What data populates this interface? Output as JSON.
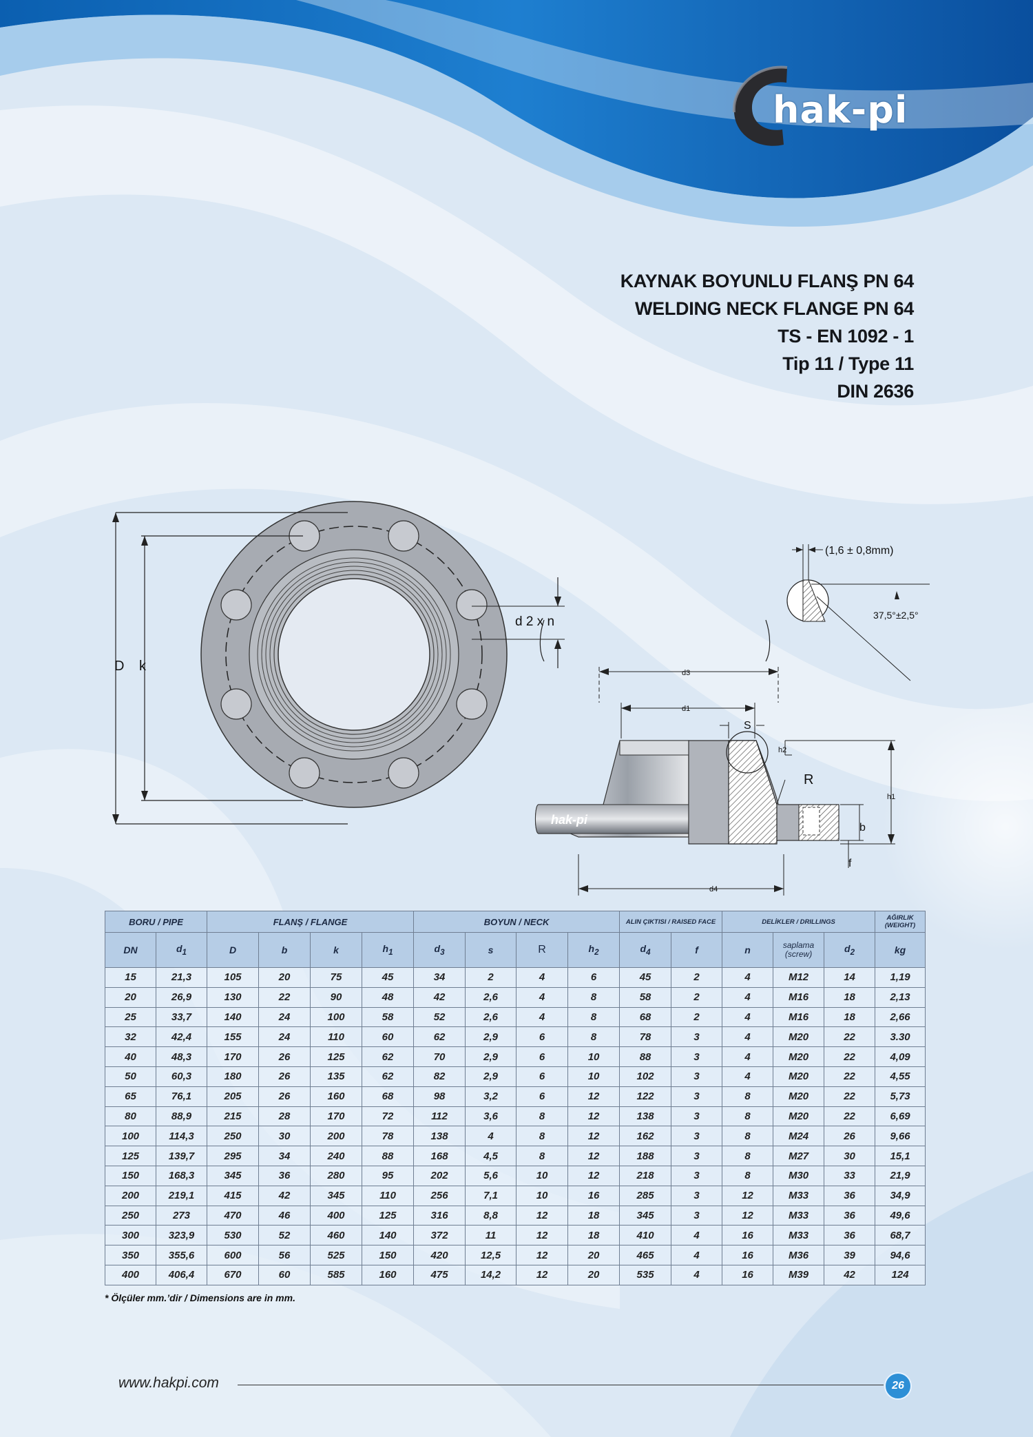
{
  "brand": {
    "name": "hak-pi",
    "drawing_mark": "hak-pi"
  },
  "titles": {
    "line1": "KAYNAK BOYUNLU FLANŞ PN 64",
    "line2": "WELDING NECK FLANGE PN 64",
    "line3": "TS - EN 1092 - 1",
    "line4": "Tip 11 / Type 11",
    "line5": "DIN 2636"
  },
  "drawing": {
    "D": "D",
    "k": "k",
    "d2xn": "d 2 x n",
    "bevel_gap": "(1,6 ± 0,8mm)",
    "bevel_angle": "37,5°±2,5°",
    "d3": "d3",
    "d1": "d1",
    "s": "S",
    "h2": "h2",
    "R": "R",
    "h1": "h1",
    "b": "b",
    "f": "f",
    "d4": "d4"
  },
  "table": {
    "groups": {
      "pipe": "BORU / PIPE",
      "flange": "FLANŞ / FLANGE",
      "neck": "BOYUN / NECK",
      "raised": "ALIN ÇIKTISI / RAISED FACE",
      "drillings": "DELİKLER / DRILLINGS",
      "weight_top": "AĞIRLIK",
      "weight_bottom": "(WEIGHT)"
    },
    "sub": {
      "dn": "DN",
      "d1": "d",
      "d1_sub": "1",
      "D": "D",
      "b": "b",
      "k": "k",
      "h1": "h",
      "h1_sub": "1",
      "d3": "d",
      "d3_sub": "3",
      "s": "s",
      "R": "R",
      "h2": "h",
      "h2_sub": "2",
      "d4": "d",
      "d4_sub": "4",
      "f": "f",
      "n": "n",
      "screw_top": "saplama",
      "screw_bottom": "(screw)",
      "d2": "d",
      "d2_sub": "2",
      "kg": "kg"
    },
    "rows": [
      [
        "15",
        "21,3",
        "105",
        "20",
        "75",
        "45",
        "34",
        "2",
        "4",
        "6",
        "45",
        "2",
        "4",
        "M12",
        "14",
        "1,19"
      ],
      [
        "20",
        "26,9",
        "130",
        "22",
        "90",
        "48",
        "42",
        "2,6",
        "4",
        "8",
        "58",
        "2",
        "4",
        "M16",
        "18",
        "2,13"
      ],
      [
        "25",
        "33,7",
        "140",
        "24",
        "100",
        "58",
        "52",
        "2,6",
        "4",
        "8",
        "68",
        "2",
        "4",
        "M16",
        "18",
        "2,66"
      ],
      [
        "32",
        "42,4",
        "155",
        "24",
        "110",
        "60",
        "62",
        "2,9",
        "6",
        "8",
        "78",
        "3",
        "4",
        "M20",
        "22",
        "3.30"
      ],
      [
        "40",
        "48,3",
        "170",
        "26",
        "125",
        "62",
        "70",
        "2,9",
        "6",
        "10",
        "88",
        "3",
        "4",
        "M20",
        "22",
        "4,09"
      ],
      [
        "50",
        "60,3",
        "180",
        "26",
        "135",
        "62",
        "82",
        "2,9",
        "6",
        "10",
        "102",
        "3",
        "4",
        "M20",
        "22",
        "4,55"
      ],
      [
        "65",
        "76,1",
        "205",
        "26",
        "160",
        "68",
        "98",
        "3,2",
        "6",
        "12",
        "122",
        "3",
        "8",
        "M20",
        "22",
        "5,73"
      ],
      [
        "80",
        "88,9",
        "215",
        "28",
        "170",
        "72",
        "112",
        "3,6",
        "8",
        "12",
        "138",
        "3",
        "8",
        "M20",
        "22",
        "6,69"
      ],
      [
        "100",
        "114,3",
        "250",
        "30",
        "200",
        "78",
        "138",
        "4",
        "8",
        "12",
        "162",
        "3",
        "8",
        "M24",
        "26",
        "9,66"
      ],
      [
        "125",
        "139,7",
        "295",
        "34",
        "240",
        "88",
        "168",
        "4,5",
        "8",
        "12",
        "188",
        "3",
        "8",
        "M27",
        "30",
        "15,1"
      ],
      [
        "150",
        "168,3",
        "345",
        "36",
        "280",
        "95",
        "202",
        "5,6",
        "10",
        "12",
        "218",
        "3",
        "8",
        "M30",
        "33",
        "21,9"
      ],
      [
        "200",
        "219,1",
        "415",
        "42",
        "345",
        "110",
        "256",
        "7,1",
        "10",
        "16",
        "285",
        "3",
        "12",
        "M33",
        "36",
        "34,9"
      ],
      [
        "250",
        "273",
        "470",
        "46",
        "400",
        "125",
        "316",
        "8,8",
        "12",
        "18",
        "345",
        "3",
        "12",
        "M33",
        "36",
        "49,6"
      ],
      [
        "300",
        "323,9",
        "530",
        "52",
        "460",
        "140",
        "372",
        "11",
        "12",
        "18",
        "410",
        "4",
        "16",
        "M33",
        "36",
        "68,7"
      ],
      [
        "350",
        "355,6",
        "600",
        "56",
        "525",
        "150",
        "420",
        "12,5",
        "12",
        "20",
        "465",
        "4",
        "16",
        "M36",
        "39",
        "94,6"
      ],
      [
        "400",
        "406,4",
        "670",
        "60",
        "585",
        "160",
        "475",
        "14,2",
        "12",
        "20",
        "535",
        "4",
        "16",
        "M39",
        "42",
        "124"
      ]
    ]
  },
  "note": "* Ölçüler mm.’dir / Dimensions are in mm.",
  "footer": {
    "url": "www.hakpi.com",
    "page": "26"
  },
  "colors": {
    "header_bg": "#b6cde6",
    "accent": "#1565b8",
    "page_badge": "#2d8fd6"
  }
}
